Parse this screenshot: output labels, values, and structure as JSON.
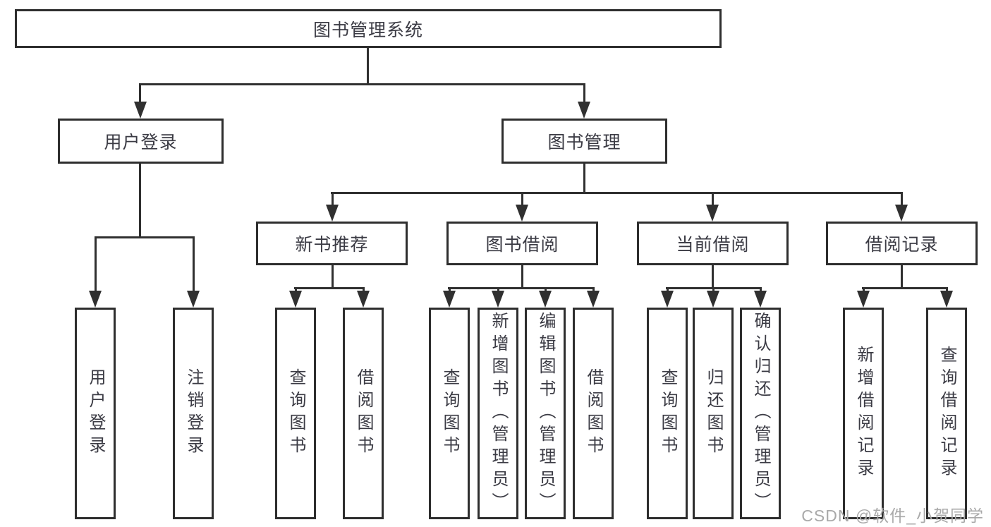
{
  "tree": {
    "label": "图书管理系统",
    "children": [
      {
        "label": "用户登录",
        "children": [
          {
            "label": "用户登录"
          },
          {
            "label": "注销登录"
          }
        ]
      },
      {
        "label": "图书管理",
        "children": [
          {
            "label": "新书推荐",
            "children": [
              {
                "label": "查询图书"
              },
              {
                "label": "借阅图书"
              }
            ]
          },
          {
            "label": "图书借阅",
            "children": [
              {
                "label": "查询图书"
              },
              {
                "label": "新增图书（管理员）"
              },
              {
                "label": "编辑图书（管理员）"
              },
              {
                "label": "借阅图书"
              }
            ]
          },
          {
            "label": "当前借阅",
            "children": [
              {
                "label": "查询图书"
              },
              {
                "label": "归还图书"
              },
              {
                "label": "确认归还（管理员）"
              }
            ]
          },
          {
            "label": "借阅记录",
            "children": [
              {
                "label": "新增借阅记录"
              },
              {
                "label": "查询借阅记录"
              }
            ]
          }
        ]
      }
    ]
  },
  "watermark": "CSDN @软件_小贺同学",
  "colors": {
    "line": "#303030",
    "box_border": "#2e2e2e",
    "text": "#3b3b44",
    "watermark": "#a9a9a9",
    "background": "#ffffff"
  }
}
